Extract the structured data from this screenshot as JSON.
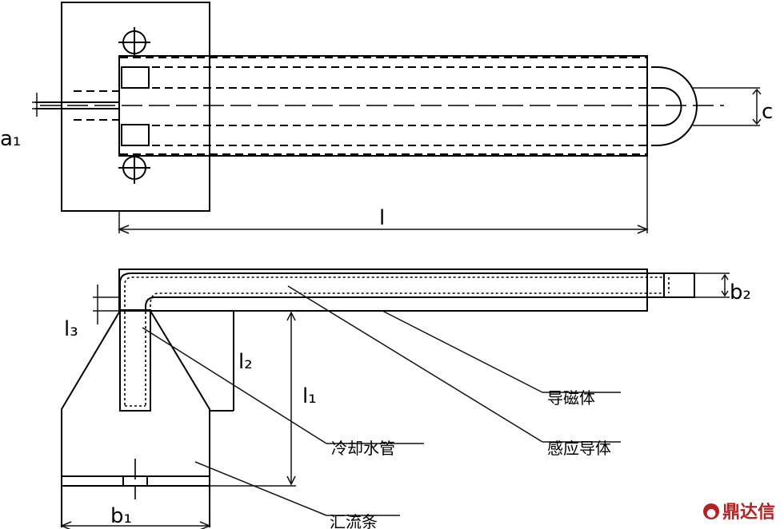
{
  "dimensions": {
    "a1": "a₁",
    "c": "c",
    "l": "l",
    "l1": "l₁",
    "l2": "l₂",
    "l3": "l₃",
    "b1": "b₁",
    "b2": "b₂"
  },
  "callouts": {
    "magnetic_conductor": "导磁体",
    "induction_conductor": "感应导体",
    "cooling_water_pipe": "冷却水管",
    "bus_bar": "汇流条"
  },
  "watermark": {
    "text": "鼎达信",
    "color": "#b22222"
  }
}
